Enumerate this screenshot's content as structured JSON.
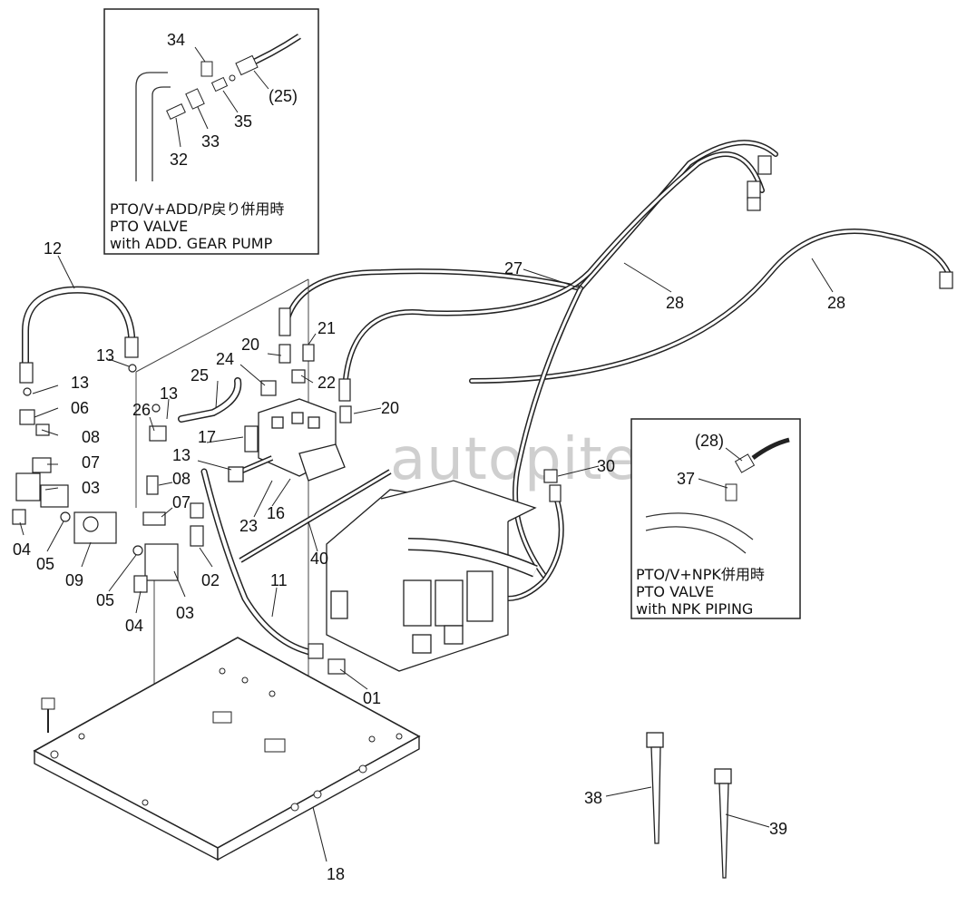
{
  "watermark": "autopiter.ru",
  "inset_top": {
    "line1": "PTO/V+ADD/P戻り併用時",
    "line2": "PTO VALVE",
    "line3": "with ADD. GEAR PUMP"
  },
  "inset_right": {
    "line1": "PTO/V+NPK併用時",
    "line2": "PTO VALVE",
    "line3": "with NPK PIPING"
  },
  "labels": {
    "l34": "34",
    "l25p": "(25)",
    "l35": "35",
    "l33": "33",
    "l32": "32",
    "l12": "12",
    "l13a": "13",
    "l13b": "13",
    "l13c": "13",
    "l13d": "13",
    "l06": "06",
    "l08a": "08",
    "l08b": "08",
    "l07a": "07",
    "l07b": "07",
    "l03a": "03",
    "l03b": "03",
    "l04a": "04",
    "l04b": "04",
    "l05a": "05",
    "l05b": "05",
    "l09": "09",
    "l02": "02",
    "l26": "26",
    "l25": "25",
    "l24": "24",
    "l17": "17",
    "l20a": "20",
    "l20b": "20",
    "l21": "21",
    "l22": "22",
    "l23": "23",
    "l16": "16",
    "l40": "40",
    "l11": "11",
    "l01": "01",
    "l18": "18",
    "l27": "27",
    "l28a": "28",
    "l28b": "28",
    "l30": "30",
    "l28p": "(28)",
    "l37": "37",
    "l38": "38",
    "l39": "39"
  }
}
